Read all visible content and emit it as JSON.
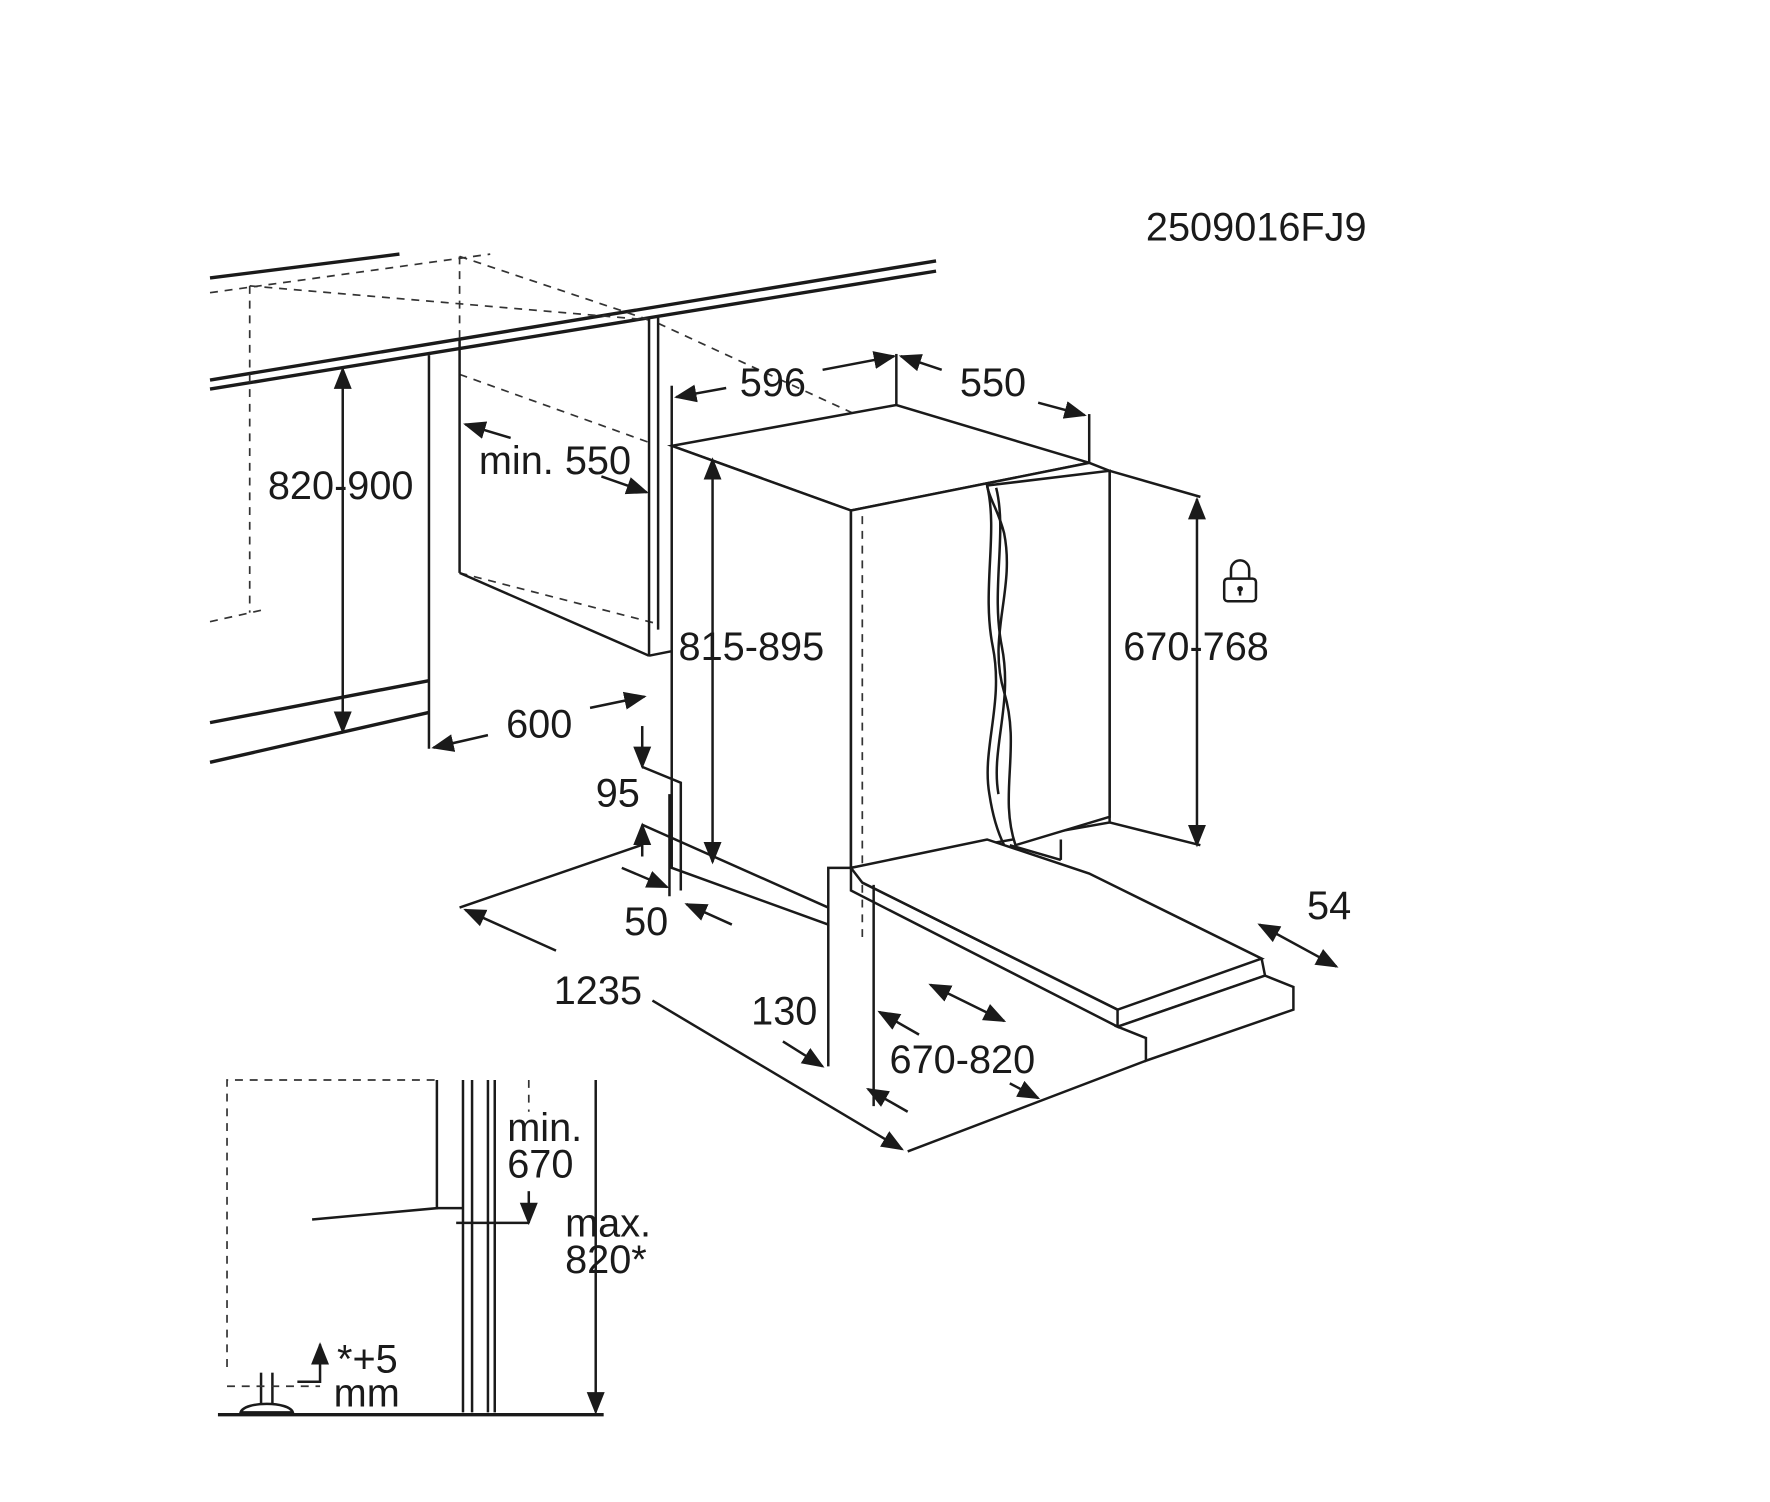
{
  "code": "2509016FJ9",
  "dimensions": {
    "counter_height": "820-900",
    "min_depth": "min. 550",
    "niche_width": "600",
    "width": "596",
    "depth": "550",
    "height": "815-895",
    "door_height": "670-768",
    "plinth_95": "95",
    "plinth_50": "50",
    "door_open": "1235",
    "d130": "130",
    "door_panel": "670-820",
    "d54": "54"
  },
  "inset": {
    "min_label": "min.",
    "min_value": "670",
    "max_label": "max.",
    "max_value": "820*",
    "adjust_value": "*+5",
    "adjust_unit": "mm"
  },
  "icons": [
    "lock-icon"
  ]
}
